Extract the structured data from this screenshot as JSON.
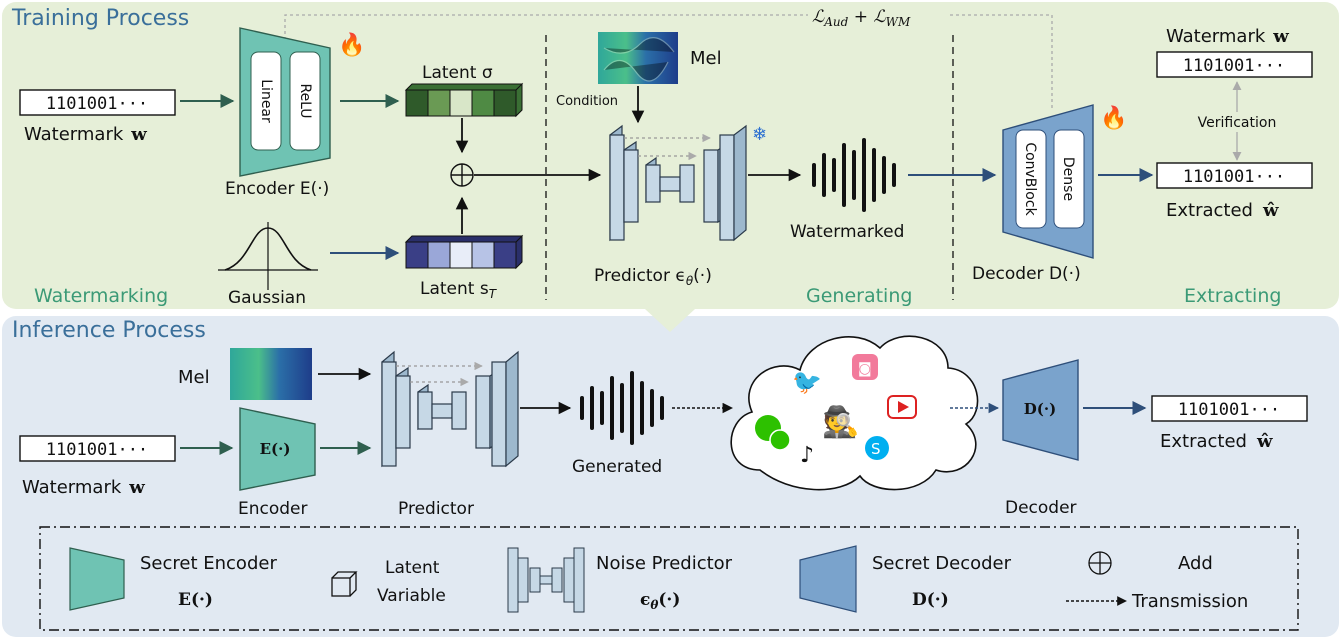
{
  "colors": {
    "training_bg": "#e6efd8",
    "inference_bg": "#e1e9f2",
    "section_title": "#3a6f9a",
    "stage_label": "#3b9a76",
    "encoder_fill": "#6fc3b3",
    "decoder_fill": "#7aa3cc",
    "predictor_fill": "#c6d8e6",
    "latent_sigma": [
      "#2f5a2a",
      "#6a9a54",
      "#d8e6c8",
      "#4f8a44",
      "#2f5a2a"
    ],
    "latent_s": [
      "#3a3f86",
      "#9aa7d8",
      "#e8edf8",
      "#b7c3e6",
      "#3a3f86"
    ],
    "arrow_green": "#2f5f4f",
    "arrow_blue": "#2e4f7a"
  },
  "training": {
    "title": "Training Process",
    "watermark_bits": "1101001···",
    "watermark_label": "Watermark",
    "watermark_symbol": "w",
    "encoder_inner_1": "Linear",
    "encoder_inner_2": "ReLU",
    "encoder_label": "Encoder E(·)",
    "latent_sigma_label": "Latent σ",
    "latent_s_label": "Latent s",
    "latent_s_sub": "T",
    "gaussian_label": "Gaussian",
    "mel_label": "Mel",
    "condition_label": "Condition",
    "predictor_label": "Predictor ϵ",
    "predictor_sub": "θ",
    "predictor_suffix": "(·)",
    "watermarked_label": "Watermarked",
    "decoder_inner_1": "ConvBlock",
    "decoder_inner_2": "Dense",
    "decoder_label": "Decoder D(·)",
    "loss_a": "ℒ",
    "loss_a_sub": "Aud",
    "loss_plus": " + ℒ",
    "loss_b_sub": "WM",
    "out_watermark_label": "Watermark",
    "out_watermark_symbol": "w",
    "out_bits": "1101001···",
    "verification_label": "Verification",
    "extracted_bits": "1101001···",
    "extracted_label": "Extracted",
    "extracted_symbol": "ŵ",
    "stage_watermarking": "Watermarking",
    "stage_generating": "Generating",
    "stage_extracting": "Extracting"
  },
  "inference": {
    "title": "Inference Process",
    "mel_label": "Mel",
    "watermark_bits": "1101001···",
    "watermark_label": "Watermark",
    "watermark_symbol": "w",
    "encoder_symbol": "E(·)",
    "encoder_label": "Encoder",
    "predictor_label": "Predictor",
    "generated_label": "Generated",
    "decoder_symbol": "D(·)",
    "decoder_label": "Decoder",
    "extracted_bits": "1101001···",
    "extracted_label": "Extracted",
    "extracted_symbol": "ŵ"
  },
  "legend": {
    "secret_encoder": "Secret Encoder",
    "secret_encoder_sym": "E(·)",
    "latent_1": "Latent",
    "latent_2": "Variable",
    "noise_predictor": "Noise Predictor",
    "noise_predictor_sym": "ϵ",
    "noise_predictor_sub": "θ",
    "noise_predictor_suffix": "(·)",
    "secret_decoder": "Secret Decoder",
    "secret_decoder_sym": "D(·)",
    "add": "Add",
    "transmission": "Transmission"
  }
}
